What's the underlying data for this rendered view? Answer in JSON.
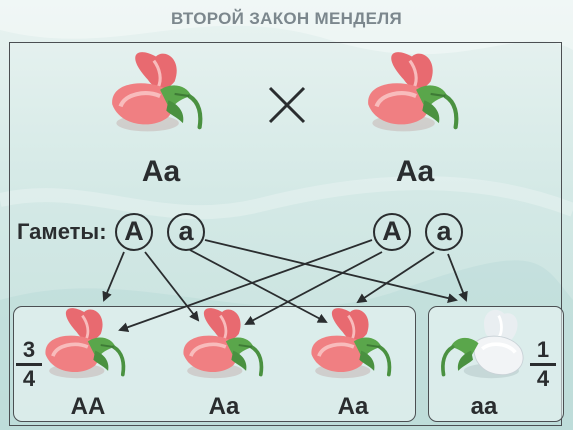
{
  "title": "ВТОРОЙ ЗАКОН МЕНДЕЛЯ",
  "parents": [
    {
      "genotype": "Aa"
    },
    {
      "genotype": "Aa"
    }
  ],
  "gametes_label": "Гаметы:",
  "gametes": [
    "A",
    "a",
    "A",
    "a"
  ],
  "offspring": [
    {
      "genotype": "AA",
      "flower": "pink"
    },
    {
      "genotype": "Aa",
      "flower": "pink"
    },
    {
      "genotype": "Aa",
      "flower": "pink"
    },
    {
      "genotype": "aa",
      "flower": "white"
    }
  ],
  "ratio_dominant": {
    "numerator": "3",
    "denominator": "4"
  },
  "ratio_recessive": {
    "numerator": "1",
    "denominator": "4"
  },
  "colors": {
    "pink_petal": "#f07f82",
    "pink_light": "#fbd0cf",
    "white_petal": "#f2f4f6",
    "leaf": "#5aa64b",
    "line": "#2a2d2f"
  }
}
